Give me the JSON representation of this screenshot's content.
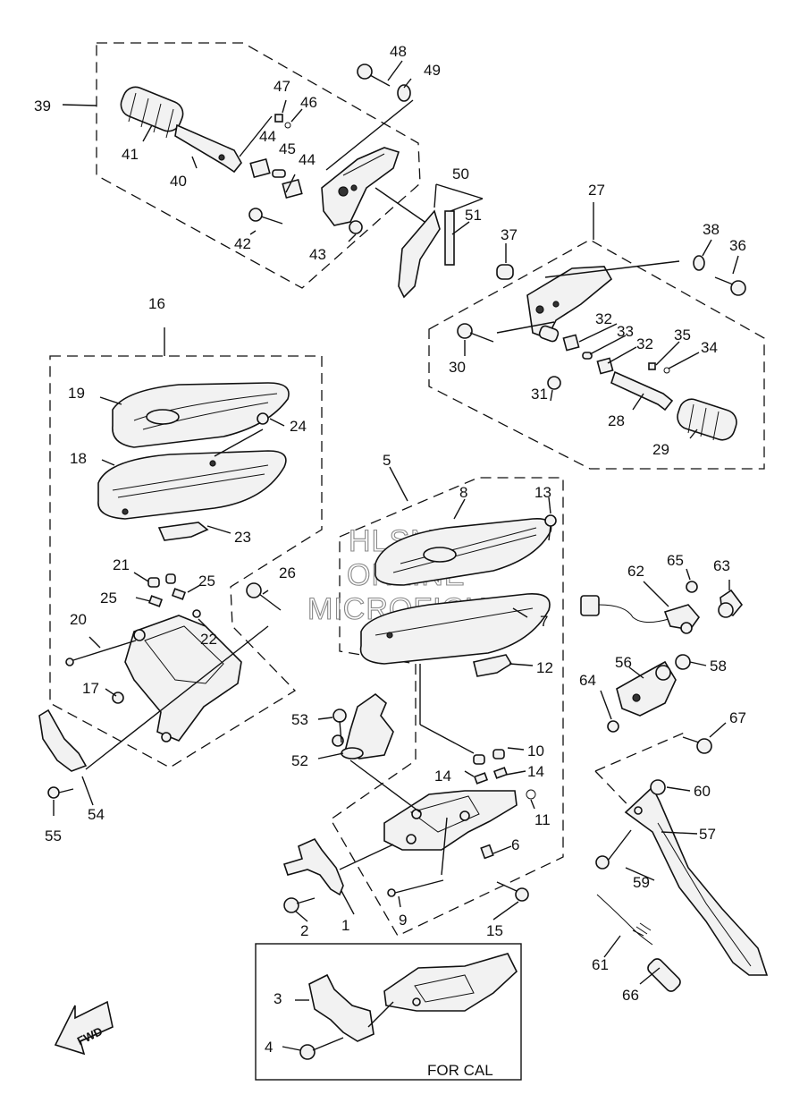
{
  "watermark": [
    "HLSMS",
    "ONLINE",
    "MICROFICHE"
  ],
  "inset_label": "FOR CAL",
  "fwd_label": "FWD",
  "callouts": {
    "c1": "1",
    "c2": "2",
    "c3": "3",
    "c4": "4",
    "c5": "5",
    "c6": "6",
    "c7": "7",
    "c8": "8",
    "c9": "9",
    "c10": "10",
    "c11": "11",
    "c12": "12",
    "c13": "13",
    "c14a": "14",
    "c14b": "14",
    "c15": "15",
    "c16": "16",
    "c17": "17",
    "c18": "18",
    "c19": "19",
    "c20": "20",
    "c21": "21",
    "c22": "22",
    "c23": "23",
    "c24": "24",
    "c25a": "25",
    "c25b": "25",
    "c26": "26",
    "c27": "27",
    "c28": "28",
    "c29": "29",
    "c30": "30",
    "c31": "31",
    "c32a": "32",
    "c32b": "32",
    "c33": "33",
    "c34": "34",
    "c35": "35",
    "c36": "36",
    "c37": "37",
    "c38": "38",
    "c39": "39",
    "c40": "40",
    "c41": "41",
    "c42": "42",
    "c43": "43",
    "c44a": "44",
    "c44b": "44",
    "c45": "45",
    "c46": "46",
    "c47": "47",
    "c48": "48",
    "c49": "49",
    "c50": "50",
    "c51": "51",
    "c52": "52",
    "c53": "53",
    "c54": "54",
    "c55": "55",
    "c56": "56",
    "c57": "57",
    "c58": "58",
    "c59": "59",
    "c60": "60",
    "c61": "61",
    "c62": "62",
    "c63": "63",
    "c64": "64",
    "c65": "65",
    "c66": "66",
    "c67": "67"
  }
}
